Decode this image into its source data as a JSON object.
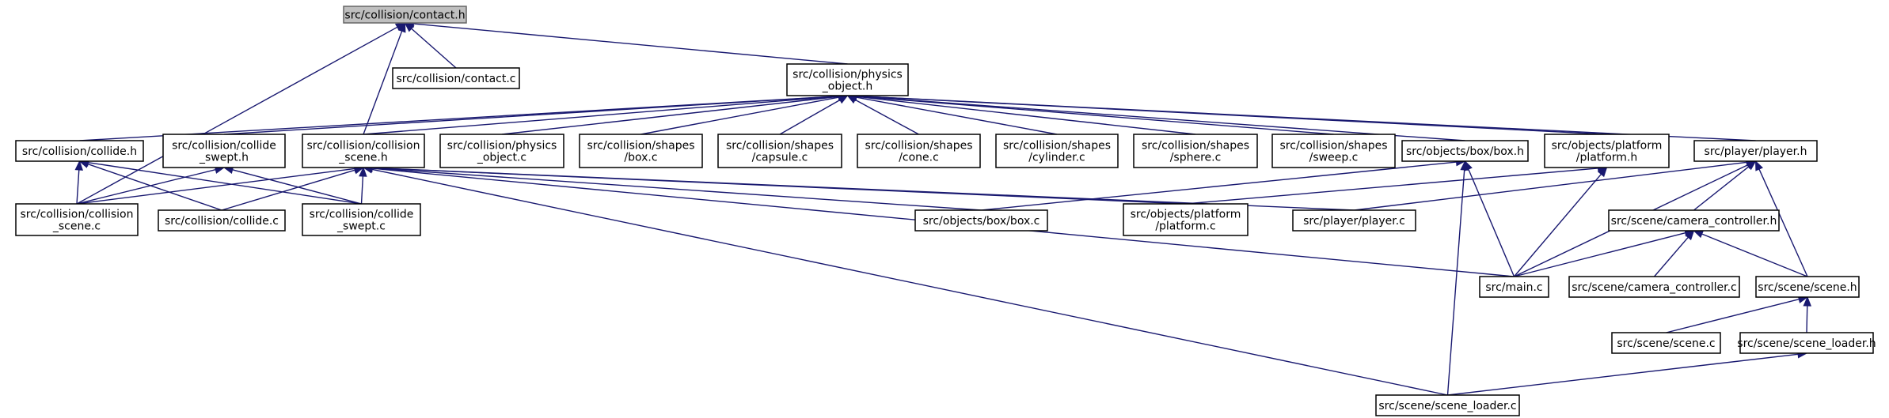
{
  "colors": {
    "edge": "#191970",
    "root_fill": "#bfbfbf",
    "node_fill": "#ffffff"
  },
  "nodes": {
    "contact_h": [
      "src/collision/contact.h"
    ],
    "contact_c": [
      "src/collision/contact.c"
    ],
    "physics_object_h": [
      "src/collision/physics",
      "_object.h"
    ],
    "collide_h": [
      "src/collision/collide.h"
    ],
    "collide_swept_h": [
      "src/collision/collide",
      "_swept.h"
    ],
    "collision_scene_h": [
      "src/collision/collision",
      "_scene.h"
    ],
    "physics_object_c": [
      "src/collision/physics",
      "_object.c"
    ],
    "shapes_box_c": [
      "src/collision/shapes",
      "/box.c"
    ],
    "shapes_capsule_c": [
      "src/collision/shapes",
      "/capsule.c"
    ],
    "shapes_cone_c": [
      "src/collision/shapes",
      "/cone.c"
    ],
    "shapes_cylinder_c": [
      "src/collision/shapes",
      "/cylinder.c"
    ],
    "shapes_sphere_c": [
      "src/collision/shapes",
      "/sphere.c"
    ],
    "shapes_sweep_c": [
      "src/collision/shapes",
      "/sweep.c"
    ],
    "box_h": [
      "src/objects/box/box.h"
    ],
    "platform_h": [
      "src/objects/platform",
      "/platform.h"
    ],
    "player_h": [
      "src/player/player.h"
    ],
    "collision_scene_c": [
      "src/collision/collision",
      "_scene.c"
    ],
    "collide_c": [
      "src/collision/collide.c"
    ],
    "collide_swept_c": [
      "src/collision/collide",
      "_swept.c"
    ],
    "box_c": [
      "src/objects/box/box.c"
    ],
    "platform_c": [
      "src/objects/platform",
      "/platform.c"
    ],
    "player_c": [
      "src/player/player.c"
    ],
    "camera_controller_h": [
      "src/scene/camera_controller.h"
    ],
    "main_c": [
      "src/main.c"
    ],
    "camera_controller_c": [
      "src/scene/camera_controller.c"
    ],
    "scene_h": [
      "src/scene/scene.h"
    ],
    "scene_c": [
      "src/scene/scene.c"
    ],
    "scene_loader_h": [
      "src/scene/scene_loader.h"
    ],
    "scene_loader_c": [
      "src/scene/scene_loader.c"
    ]
  },
  "edges": [
    [
      "contact_c",
      "contact_h"
    ],
    [
      "physics_object_h",
      "contact_h"
    ],
    [
      "collision_scene_h",
      "contact_h"
    ],
    [
      "collision_scene_c",
      "contact_h"
    ],
    [
      "collide_h",
      "physics_object_h"
    ],
    [
      "collide_swept_h",
      "physics_object_h"
    ],
    [
      "collision_scene_h",
      "physics_object_h"
    ],
    [
      "physics_object_c",
      "physics_object_h"
    ],
    [
      "shapes_box_c",
      "physics_object_h"
    ],
    [
      "shapes_capsule_c",
      "physics_object_h"
    ],
    [
      "shapes_cone_c",
      "physics_object_h"
    ],
    [
      "shapes_cylinder_c",
      "physics_object_h"
    ],
    [
      "shapes_sphere_c",
      "physics_object_h"
    ],
    [
      "shapes_sweep_c",
      "physics_object_h"
    ],
    [
      "box_h",
      "physics_object_h"
    ],
    [
      "platform_h",
      "physics_object_h"
    ],
    [
      "player_h",
      "physics_object_h"
    ],
    [
      "collision_scene_c",
      "collide_h"
    ],
    [
      "collide_c",
      "collide_h"
    ],
    [
      "collide_swept_c",
      "collide_h"
    ],
    [
      "collision_scene_c",
      "collide_swept_h"
    ],
    [
      "collide_swept_c",
      "collide_swept_h"
    ],
    [
      "collision_scene_c",
      "collision_scene_h"
    ],
    [
      "collide_c",
      "collision_scene_h"
    ],
    [
      "collide_swept_c",
      "collision_scene_h"
    ],
    [
      "box_c",
      "collision_scene_h"
    ],
    [
      "platform_c",
      "collision_scene_h"
    ],
    [
      "player_c",
      "collision_scene_h"
    ],
    [
      "main_c",
      "collision_scene_h"
    ],
    [
      "scene_loader_c",
      "collision_scene_h"
    ],
    [
      "box_c",
      "box_h"
    ],
    [
      "main_c",
      "box_h"
    ],
    [
      "scene_loader_c",
      "box_h"
    ],
    [
      "platform_c",
      "platform_h"
    ],
    [
      "main_c",
      "platform_h"
    ],
    [
      "player_c",
      "player_h"
    ],
    [
      "camera_controller_h",
      "player_h"
    ],
    [
      "main_c",
      "player_h"
    ],
    [
      "scene_h",
      "player_h"
    ],
    [
      "main_c",
      "camera_controller_h"
    ],
    [
      "camera_controller_c",
      "camera_controller_h"
    ],
    [
      "scene_h",
      "camera_controller_h"
    ],
    [
      "scene_c",
      "scene_h"
    ],
    [
      "scene_loader_h",
      "scene_h"
    ],
    [
      "scene_loader_c",
      "scene_loader_h"
    ]
  ]
}
